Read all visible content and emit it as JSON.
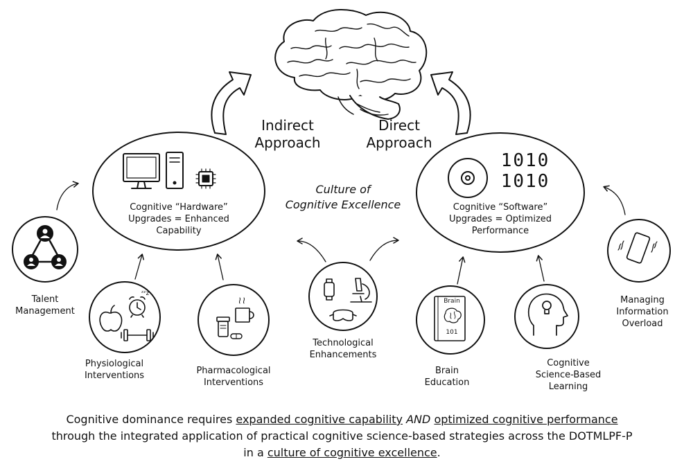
{
  "approaches": {
    "indirect": [
      "Indirect",
      "Approach"
    ],
    "direct": [
      "Direct",
      "Approach"
    ]
  },
  "center": [
    "Culture of",
    "Cognitive Excellence"
  ],
  "hardware": [
    "Cognitive “Hardware”",
    "Upgrades = Enhanced",
    "Capability"
  ],
  "software": [
    "Cognitive “Software”",
    "Upgrades = Optimized",
    "Performance"
  ],
  "binary_icon": [
    "1010",
    "1010"
  ],
  "book_icon": {
    "top": "Brain",
    "bottom": "101"
  },
  "items": {
    "talent": [
      "Talent",
      "Management"
    ],
    "physiological": [
      "Physiological",
      "Interventions"
    ],
    "pharmacological": [
      "Pharmacological",
      "Interventions"
    ],
    "technological": [
      "Technological",
      "Enhancements"
    ],
    "brain_education": [
      "Brain",
      "Education"
    ],
    "cognitive_science": [
      "Cognitive",
      "Science-Based",
      "Learning"
    ],
    "managing": [
      "Managing",
      "Information",
      "Overload"
    ]
  },
  "caption": {
    "line1": [
      {
        "text": "Cognitive dominance requires ",
        "style": ""
      },
      {
        "text": "expanded cognitive capability",
        "style": "u"
      },
      {
        "text": " ",
        "style": ""
      },
      {
        "text": "AND",
        "style": "i"
      },
      {
        "text": " ",
        "style": ""
      },
      {
        "text": "optimized cognitive performance",
        "style": "u"
      }
    ],
    "line2": "through the integrated application of practical cognitive science-based strategies across the DOTMLPF-P",
    "line3": [
      {
        "text": "in a ",
        "style": ""
      },
      {
        "text": "culture of cognitive excellence",
        "style": "u"
      },
      {
        "text": ".",
        "style": ""
      }
    ]
  }
}
